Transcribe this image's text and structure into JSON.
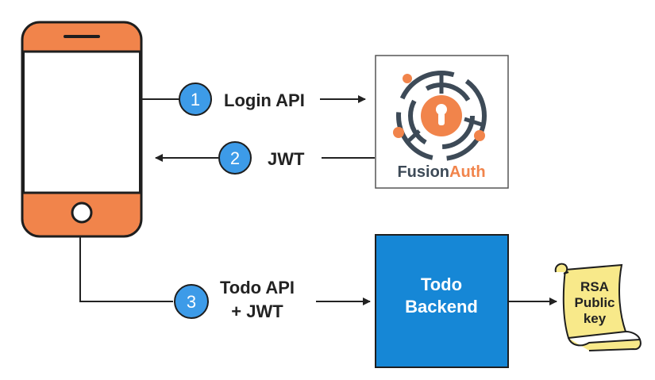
{
  "steps": [
    {
      "number": "1",
      "label": "Login API"
    },
    {
      "number": "2",
      "label": "JWT"
    },
    {
      "number": "3",
      "label_line1": "Todo API",
      "label_line2": "+ JWT"
    }
  ],
  "fusionauth": {
    "logo_part1": "Fusion",
    "logo_part2": "Auth"
  },
  "backend": {
    "line1": "Todo",
    "line2": "Backend"
  },
  "public_key": {
    "line1": "RSA",
    "line2": "Public",
    "line3": "key"
  },
  "colors": {
    "phone_orange": "#f1844b",
    "step_blue": "#3d9be8",
    "backend_blue": "#1687d6",
    "logo_gray": "#3d4a57",
    "scroll_yellow": "#f8e98a",
    "line": "#222222"
  }
}
